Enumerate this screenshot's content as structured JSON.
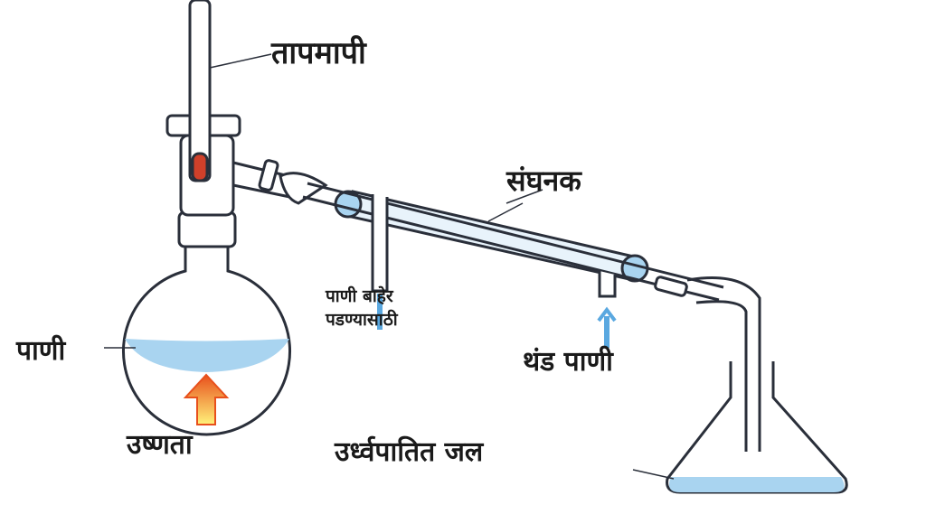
{
  "title": "Distillation apparatus",
  "labels": {
    "thermometer": "तापमापी",
    "condenser": "संघनक",
    "water_out_line1": "पाणी बाहेर",
    "water_out_line2": "पडण्यासाठी",
    "cold_water": "थंड पाणी",
    "water": "पाणी",
    "heat": "उष्णता",
    "distilled_water": "उर्ध्वपातित जल"
  },
  "colors": {
    "glass": "#2a2f3a",
    "water": "#a9d4f0",
    "mercury": "#d0402a",
    "heat_arrow": "#f07a20"
  }
}
